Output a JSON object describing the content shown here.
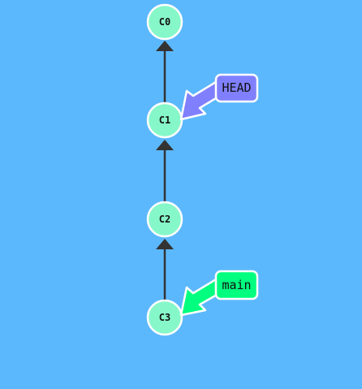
{
  "diagram": {
    "background_color": "#5cb8fd",
    "edge_color": "#333333",
    "commit_fill": "#86f7c9",
    "commit_stroke": "#ffffff",
    "commits": [
      {
        "id": "C0",
        "label": "C0"
      },
      {
        "id": "C1",
        "label": "C1"
      },
      {
        "id": "C2",
        "label": "C2"
      },
      {
        "id": "C3",
        "label": "C3"
      }
    ],
    "edges": [
      {
        "from": "C1",
        "to": "C0"
      },
      {
        "from": "C2",
        "to": "C1"
      },
      {
        "from": "C3",
        "to": "C2"
      }
    ],
    "refs": [
      {
        "name": "head",
        "label": "HEAD",
        "target": "C1",
        "color": "#8080ff"
      },
      {
        "name": "main",
        "label": "main",
        "target": "C3",
        "color": "#00ff7f"
      }
    ]
  }
}
